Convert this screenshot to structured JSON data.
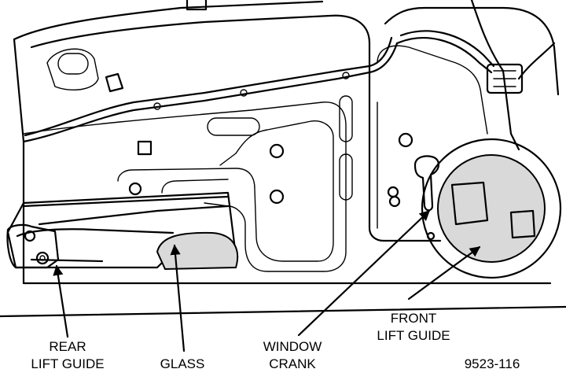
{
  "figure_id": "9523-116",
  "labels": {
    "rear_lift_guide_line1": "REAR",
    "rear_lift_guide_line2": "LIFT GUIDE",
    "glass": "GLASS",
    "window_crank_line1": "WINDOW",
    "window_crank_line2": "CRANK",
    "front_lift_guide_line1": "FRONT",
    "front_lift_guide_line2": "LIFT GUIDE"
  },
  "colors": {
    "line": "#000000",
    "background": "#ffffff",
    "stipple": "#d9d9d9"
  }
}
